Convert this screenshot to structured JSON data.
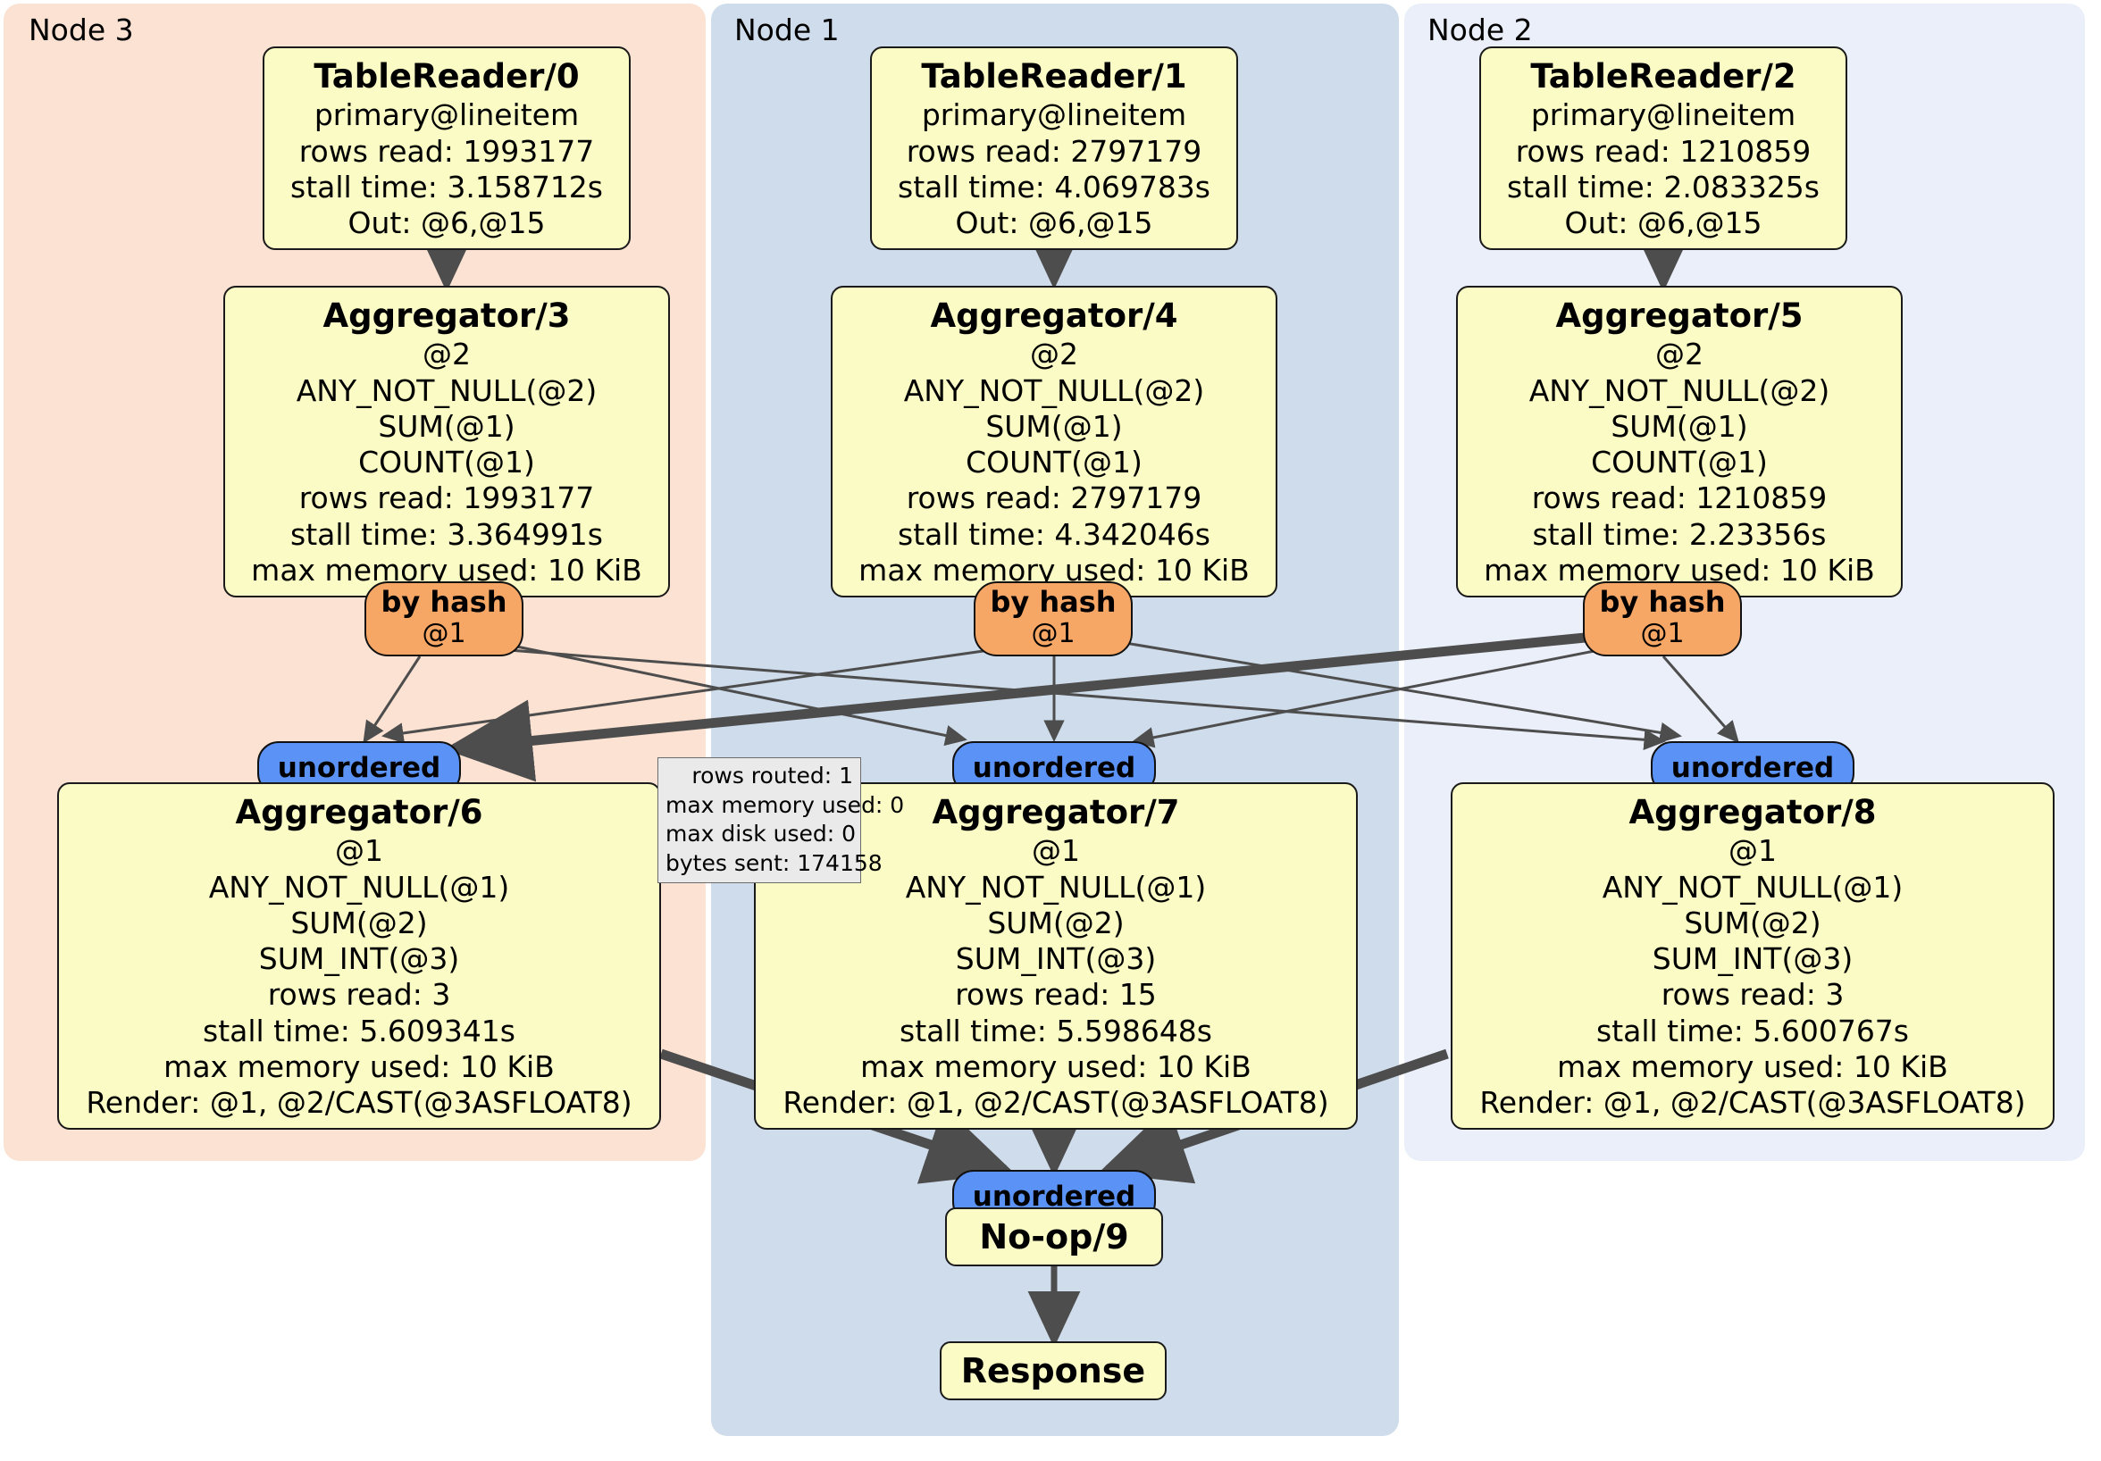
{
  "diagram": {
    "type": "distributed-query-execution-plan",
    "colors": {
      "node3_panel": "#fbe2d2",
      "node1_panel": "#cfdceb",
      "node2_panel": "#ebeff9",
      "processor_fill": "#fbfbc6",
      "router_fill": "#f6a665",
      "ordering_fill": "#5b92f5",
      "stat_fill": "#eaeaea",
      "edge": "#4d4d4d"
    }
  },
  "clusters": [
    {
      "id": "node3",
      "label": "Node 3"
    },
    {
      "id": "node1",
      "label": "Node 1"
    },
    {
      "id": "node2",
      "label": "Node 2"
    }
  ],
  "processors": {
    "tablereader0": {
      "title": "TableReader/0",
      "lines": [
        "primary@lineitem",
        "rows read: 1993177",
        "stall time: 3.158712s",
        "Out: @6,@15"
      ]
    },
    "tablereader1": {
      "title": "TableReader/1",
      "lines": [
        "primary@lineitem",
        "rows read: 2797179",
        "stall time: 4.069783s",
        "Out: @6,@15"
      ]
    },
    "tablereader2": {
      "title": "TableReader/2",
      "lines": [
        "primary@lineitem",
        "rows read: 1210859",
        "stall time: 2.083325s",
        "Out: @6,@15"
      ]
    },
    "aggregator3": {
      "title": "Aggregator/3",
      "lines": [
        "@2",
        "ANY_NOT_NULL(@2)",
        "SUM(@1)",
        "COUNT(@1)",
        "rows read: 1993177",
        "stall time: 3.364991s",
        "max memory used: 10 KiB"
      ]
    },
    "aggregator4": {
      "title": "Aggregator/4",
      "lines": [
        "@2",
        "ANY_NOT_NULL(@2)",
        "SUM(@1)",
        "COUNT(@1)",
        "rows read: 2797179",
        "stall time: 4.342046s",
        "max memory used: 10 KiB"
      ]
    },
    "aggregator5": {
      "title": "Aggregator/5",
      "lines": [
        "@2",
        "ANY_NOT_NULL(@2)",
        "SUM(@1)",
        "COUNT(@1)",
        "rows read: 1210859",
        "stall time: 2.23356s",
        "max memory used: 10 KiB"
      ]
    },
    "aggregator6": {
      "title": "Aggregator/6",
      "lines": [
        "@1",
        "ANY_NOT_NULL(@1)",
        "SUM(@2)",
        "SUM_INT(@3)",
        "rows read: 3",
        "stall time: 5.609341s",
        "max memory used: 10 KiB",
        "Render: @1, @2/CAST(@3ASFLOAT8)"
      ]
    },
    "aggregator7": {
      "title": "Aggregator/7",
      "lines": [
        "@1",
        "ANY_NOT_NULL(@1)",
        "SUM(@2)",
        "SUM_INT(@3)",
        "rows read: 15",
        "stall time: 5.598648s",
        "max memory used: 10 KiB",
        "Render: @1, @2/CAST(@3ASFLOAT8)"
      ]
    },
    "aggregator8": {
      "title": "Aggregator/8",
      "lines": [
        "@1",
        "ANY_NOT_NULL(@1)",
        "SUM(@2)",
        "SUM_INT(@3)",
        "rows read: 3",
        "stall time: 5.600767s",
        "max memory used: 10 KiB",
        "Render: @1, @2/CAST(@3ASFLOAT8)"
      ]
    },
    "noop9": {
      "title": "No-op/9"
    },
    "response": {
      "title": "Response"
    }
  },
  "routers": [
    {
      "id": "byhash-3",
      "title": "by hash",
      "sub": "@1"
    },
    {
      "id": "byhash-4",
      "title": "by hash",
      "sub": "@1"
    },
    {
      "id": "byhash-5",
      "title": "by hash",
      "sub": "@1"
    }
  ],
  "orderings": [
    {
      "id": "unordered-6",
      "label": "unordered"
    },
    {
      "id": "unordered-7",
      "label": "unordered"
    },
    {
      "id": "unordered-8",
      "label": "unordered"
    },
    {
      "id": "unordered-9",
      "label": "unordered"
    }
  ],
  "stats_tooltip": {
    "lines": [
      "rows routed: 1",
      "max memory used: 0",
      "max disk used: 0",
      "bytes sent: 174158"
    ]
  }
}
